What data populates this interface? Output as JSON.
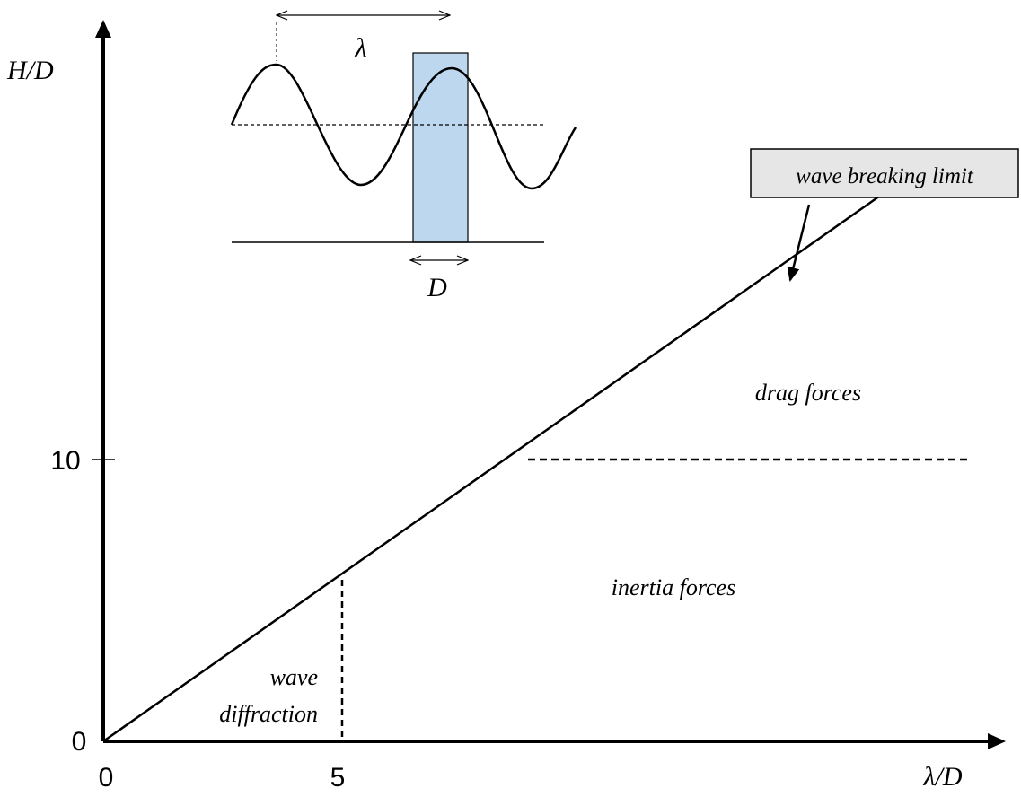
{
  "axes": {
    "y_title": "H/D",
    "x_title": "λ/D",
    "y_ticks": [
      "0",
      "10"
    ],
    "x_ticks": [
      "0",
      "5"
    ]
  },
  "regions": {
    "diffraction_line1": "wave",
    "diffraction_line2": "diffraction",
    "inertia": "inertia forces",
    "drag": "drag forces"
  },
  "callout": {
    "label": "wave breaking limit",
    "fill": "#e6e6e6"
  },
  "inset": {
    "wavelength_symbol": "λ",
    "diameter_symbol": "D",
    "pile_color": "#bdd7ee"
  },
  "colors": {
    "line": "#000000",
    "pile": "#bdd7ee"
  }
}
